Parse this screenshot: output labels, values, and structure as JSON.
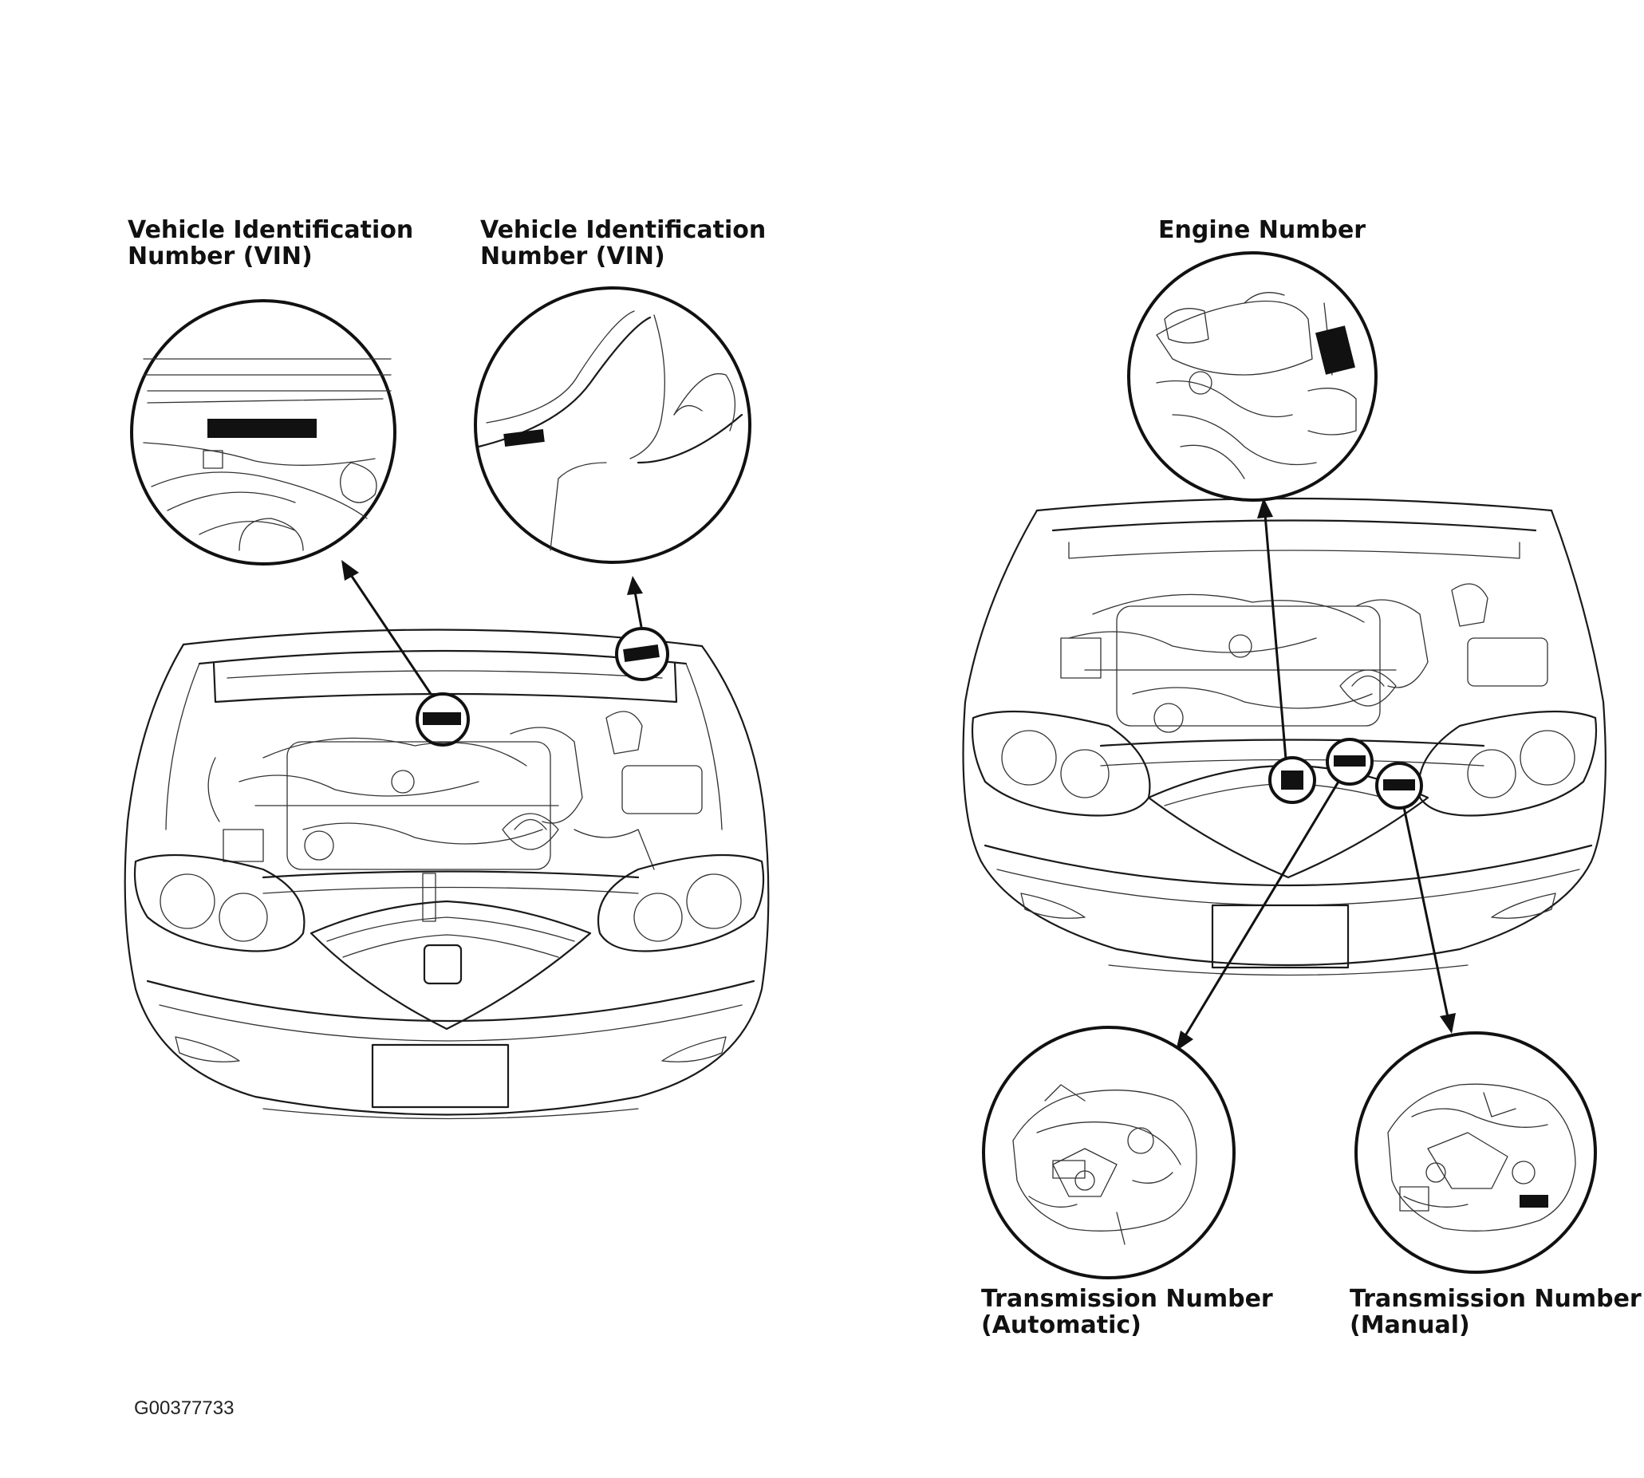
{
  "labels": {
    "vin_engine_bay": [
      "Vehicle Identification",
      "Number (VIN)"
    ],
    "vin_windshield": [
      "Vehicle Identification",
      "Number (VIN)"
    ],
    "engine_number": "Engine Number",
    "transmission_automatic": [
      "Transmission Number",
      "(Automatic)"
    ],
    "transmission_manual": [
      "Transmission Number",
      "(Manual)"
    ]
  },
  "figure_code": "G00377733"
}
